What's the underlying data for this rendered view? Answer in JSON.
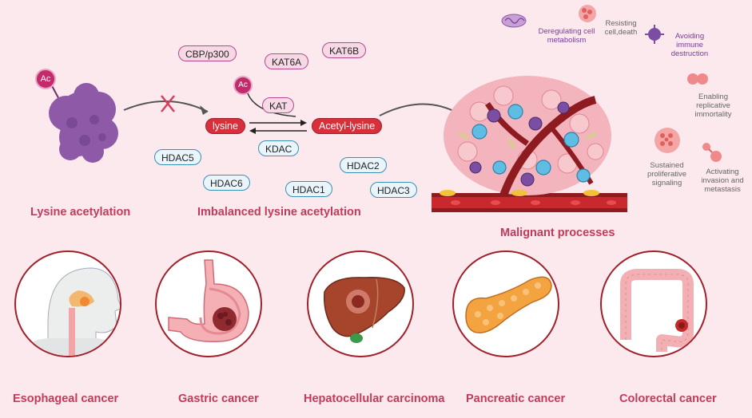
{
  "left": {
    "ac_label": "Ac",
    "caption": "Lysine acetylation"
  },
  "middle": {
    "enzymes": {
      "cbp": "CBP/p300",
      "kat6a": "KAT6A",
      "kat6b": "KAT6B",
      "ac": "Ac",
      "kat": "KAT",
      "kdac": "KDAC",
      "hdac5": "HDAC5",
      "hdac6": "HDAC6",
      "hdac1": "HDAC1",
      "hdac2": "HDAC2",
      "hdac3": "HDAC3"
    },
    "lysine": "lysine",
    "acetyl_lysine": "Acetyl-lysine",
    "caption": "Imbalanced lysine acetylation"
  },
  "right": {
    "caption": "Malignant processes",
    "hallmarks": {
      "metabolism": "Deregulating cell metabolism",
      "resisting_death": "Resisting cell,death",
      "immune": "Avoiding immune destruction",
      "replicative": "Enabling replicative immortality",
      "proliferative": "Sustained proliferative signaling",
      "invasion": "Activating invasion and metastasis"
    }
  },
  "cancers": [
    {
      "label": "Esophageal cancer"
    },
    {
      "label": "Gastric cancer"
    },
    {
      "label": "Hepatocellular carcinoma"
    },
    {
      "label": "Pancreatic cancer"
    },
    {
      "label": "Colorectal cancer"
    }
  ],
  "colors": {
    "accent": "#c43a5a",
    "kat_border": "#b7488a",
    "hdac_border": "#3a8fb5",
    "lysine_red": "#d8303a",
    "circle_border": "#a0202a"
  }
}
